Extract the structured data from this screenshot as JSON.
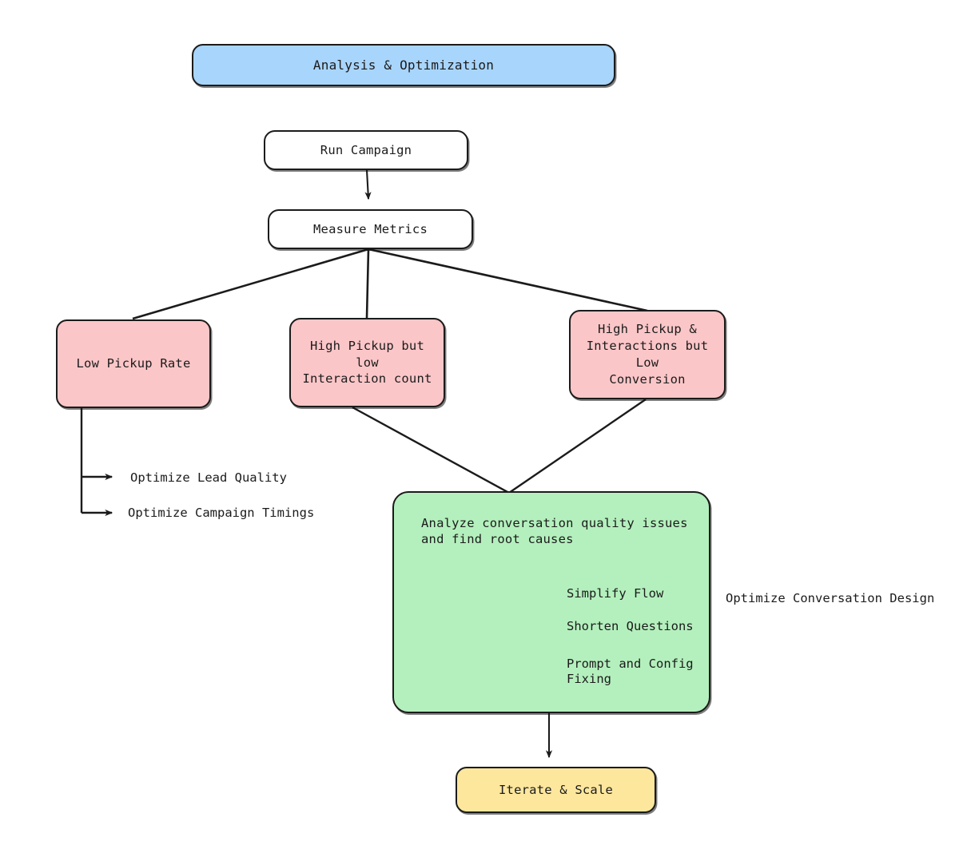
{
  "diagram": {
    "title_node": {
      "label": "Analysis & Optimization",
      "color": "#a8d5fc"
    },
    "process_nodes": [
      {
        "label": "Run Campaign",
        "color": "#ffffff"
      },
      {
        "label": "Measure Metrics",
        "color": "#ffffff"
      }
    ],
    "problem_nodes": [
      {
        "label": "Low Pickup Rate",
        "color": "#fbc6c8"
      },
      {
        "label": "High Pickup but low\nInteraction count",
        "color": "#fbc6c8"
      },
      {
        "label": "High Pickup &\nInteractions but Low\nConversion",
        "color": "#fbc6c8"
      }
    ],
    "left_branch_actions": [
      {
        "label": "Optimize Lead Quality"
      },
      {
        "label": "Optimize Campaign Timings"
      }
    ],
    "analysis_node": {
      "heading": "Analyze conversation quality issues\nand find root causes",
      "color": "#b4f0bd",
      "actions": [
        {
          "label": "Simplify Flow"
        },
        {
          "label": "Shorten Questions"
        },
        {
          "label": "Prompt and Config\nFixing"
        }
      ]
    },
    "side_label": "Optimize Conversation Design",
    "final_node": {
      "label": "Iterate & Scale",
      "color": "#fce79d"
    },
    "stroke_color": "#1b1b1b"
  }
}
